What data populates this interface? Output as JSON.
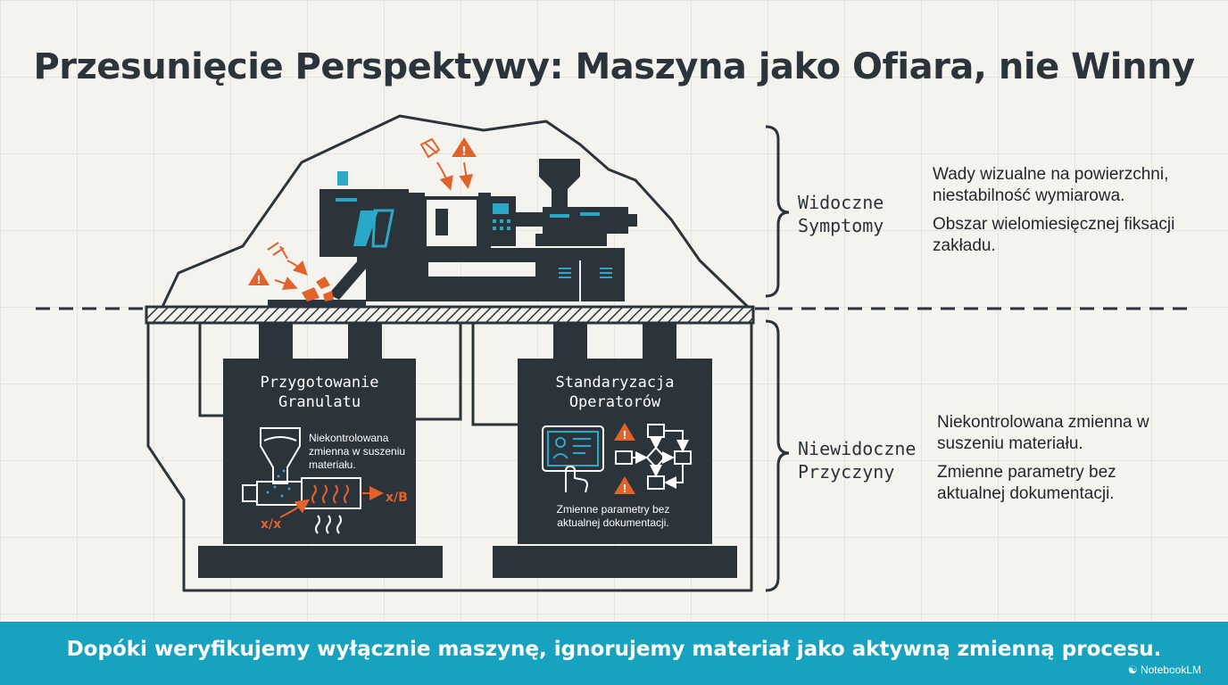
{
  "title": "Przesunięcie Perspektywy: Maszyna jako Ofiara, nie Winny",
  "visible": {
    "label_line1": "Widoczne",
    "label_line2": "Symptomy",
    "desc1": "Wady wizualne na powierzchni, niestabilność wymiarowa.",
    "desc2": "Obszar wielomiesięcznej fiksacji zakładu."
  },
  "invisible": {
    "label_line1": "Niewidoczne",
    "label_line2": "Przyczyny",
    "desc1": "Niekontrolowana zmienna w suszeniu materiału.",
    "desc2": "Zmienne parametry bez aktualnej dokumentacji."
  },
  "box_granulate": {
    "title_line1": "Przygotowanie",
    "title_line2": "Granulatu",
    "text": "Niekontrolowana zmienna w suszeniu materiału.",
    "symbol_a": "x/x",
    "symbol_b": "x/B"
  },
  "box_operators": {
    "title_line1": "Standaryzacja",
    "title_line2": "Operatorów",
    "text": "Zmienne parametry bez aktualnej dokumentacji."
  },
  "footer": {
    "text": "Dopóki weryfikujemy wyłącznie maszynę, ignorujemy materiał jako aktywną zmienną procesu.",
    "brand": "NotebookLM"
  },
  "colors": {
    "dark": "#2b333b",
    "accent_orange": "#e2622b",
    "accent_blue": "#2aa8c8",
    "footer_bg": "#17a2c0",
    "background": "#f4f3ee"
  },
  "icons": [
    "warning-icon",
    "broken-part-icon",
    "hopper-icon",
    "heater-icon",
    "touchscreen-icon",
    "flowchart-icon"
  ]
}
